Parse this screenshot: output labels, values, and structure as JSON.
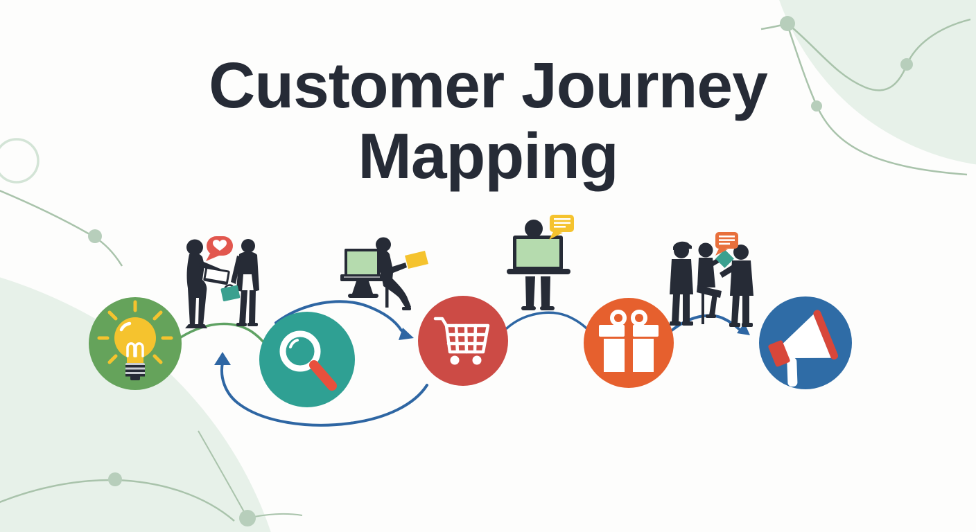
{
  "title": {
    "line1": "Customer Journey",
    "line2": "Mapping"
  },
  "journey": {
    "stages": [
      {
        "name": "idea",
        "icon": "lightbulb-icon",
        "circle_color": "#65a35b"
      },
      {
        "name": "search",
        "icon": "magnifying-glass-icon",
        "circle_color": "#2fa093"
      },
      {
        "name": "purchase",
        "icon": "shopping-cart-icon",
        "circle_color": "#cc4b45"
      },
      {
        "name": "gift",
        "icon": "gift-icon",
        "circle_color": "#e6602e"
      },
      {
        "name": "advocacy",
        "icon": "megaphone-icon",
        "circle_color": "#2f6ca6"
      }
    ],
    "scenes": [
      {
        "name": "customers-talking",
        "bubble": "heart-speech-bubble"
      },
      {
        "name": "woman-at-computer",
        "bubble": ""
      },
      {
        "name": "person-with-laptop",
        "bubble": "chat-speech-bubble"
      },
      {
        "name": "group-discussion",
        "bubble": "chat-speech-bubble"
      }
    ]
  },
  "colors": {
    "background": "#fdfdfc",
    "title_text": "#262b36",
    "silhouette": "#262b36",
    "connector_blue": "#2e66a3",
    "connector_green": "#5fa263",
    "decor_blob": "#e7f1e9",
    "decor_line": "#a9c3ab",
    "decor_dot": "#b7cebb",
    "decor_ring": "#d3e4d6",
    "accent_yellow": "#f5c32e",
    "accent_red": "#e2574e",
    "accent_orange_bubble": "#e8703c",
    "accent_teal": "#3aa08f",
    "screen_green": "#b5dbae",
    "icon_white": "#ffffff",
    "magnifier_handle": "#e8503c",
    "megaphone_red": "#d8473a",
    "bulb_base": "#c9cdd1"
  }
}
